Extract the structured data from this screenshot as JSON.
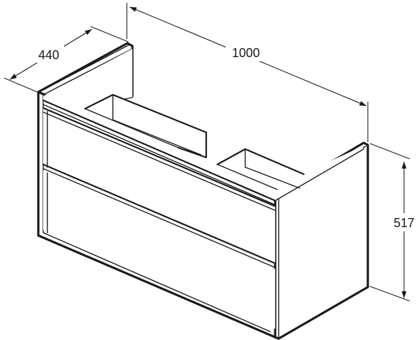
{
  "dimensions": {
    "depth": "440",
    "width": "1000",
    "height": "517"
  }
}
